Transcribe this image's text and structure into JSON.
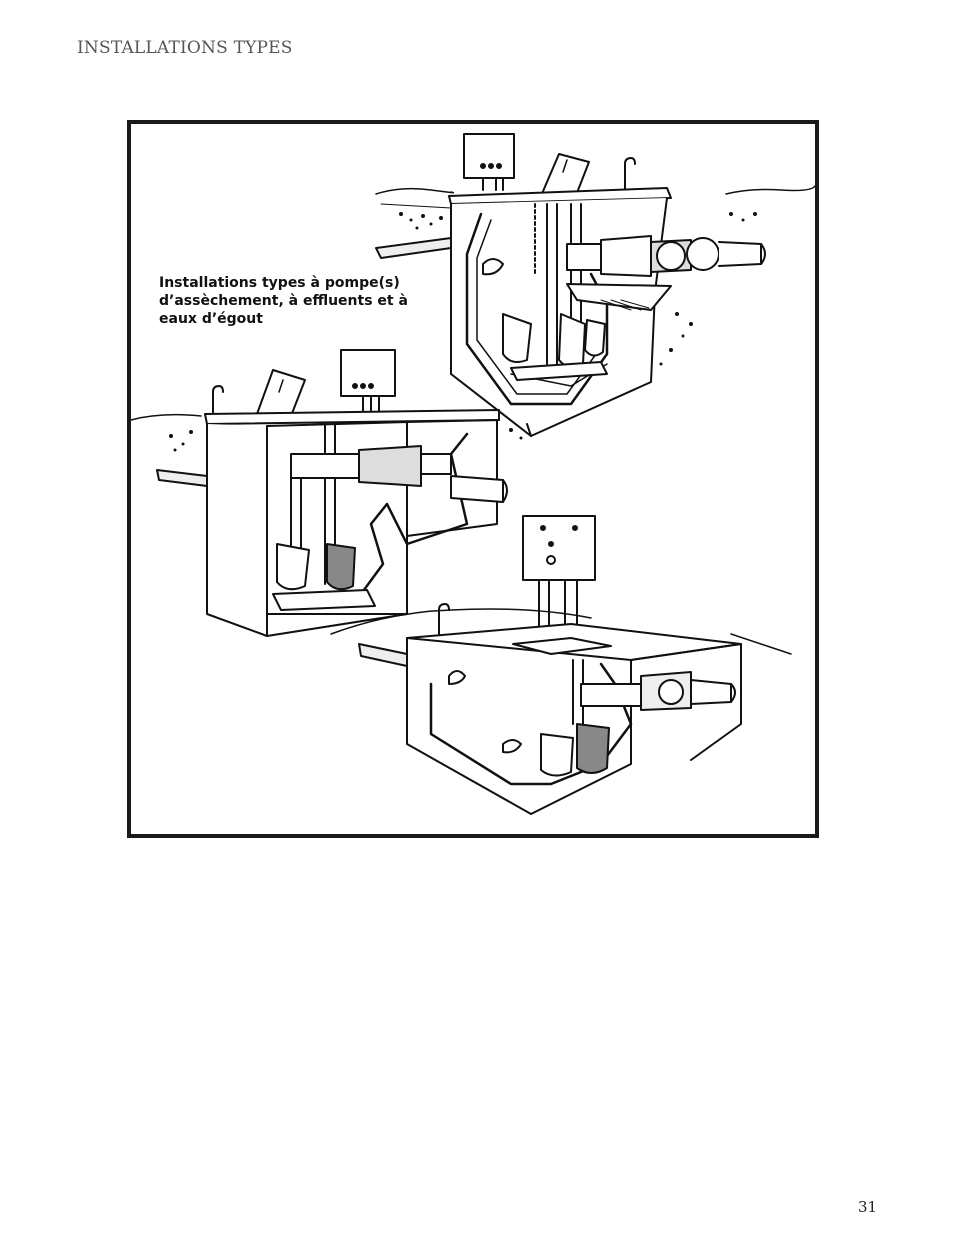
{
  "header": {
    "title": "INSTALLATIONS TYPES"
  },
  "figure": {
    "caption": "Installations types à pompe(s) d’assèchement, à effluents et à eaux d’égout"
  },
  "footer": {
    "page_number": "31"
  }
}
